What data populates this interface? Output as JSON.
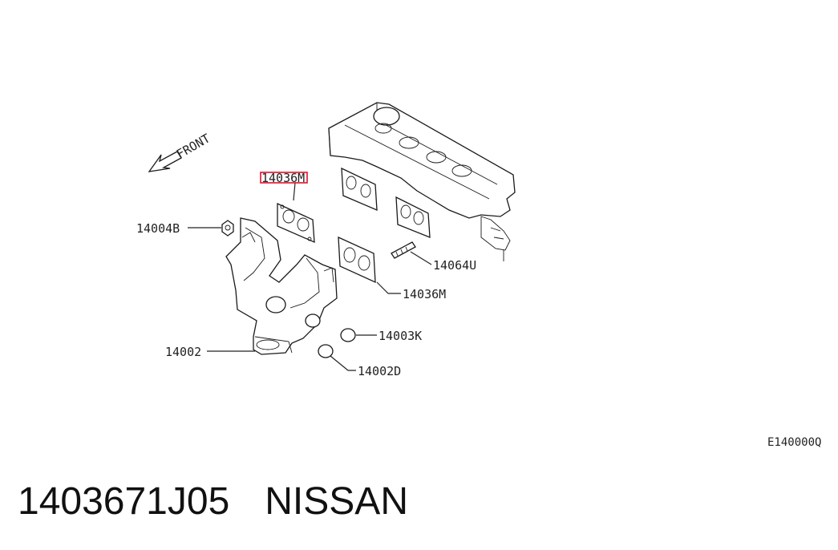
{
  "diagram": {
    "front_label": "FRONT",
    "callouts": {
      "p14036m_top": "14036M",
      "p14004b": "14004B",
      "p14064u": "14064U",
      "p14036m_mid": "14036M",
      "p14003k": "14003K",
      "p14002": "14002",
      "p14002d": "14002D"
    },
    "highlight_color": "#e0112b",
    "reference_code": "E140000Q"
  },
  "caption": {
    "part_number": "1403671J05",
    "brand": "NISSAN"
  }
}
